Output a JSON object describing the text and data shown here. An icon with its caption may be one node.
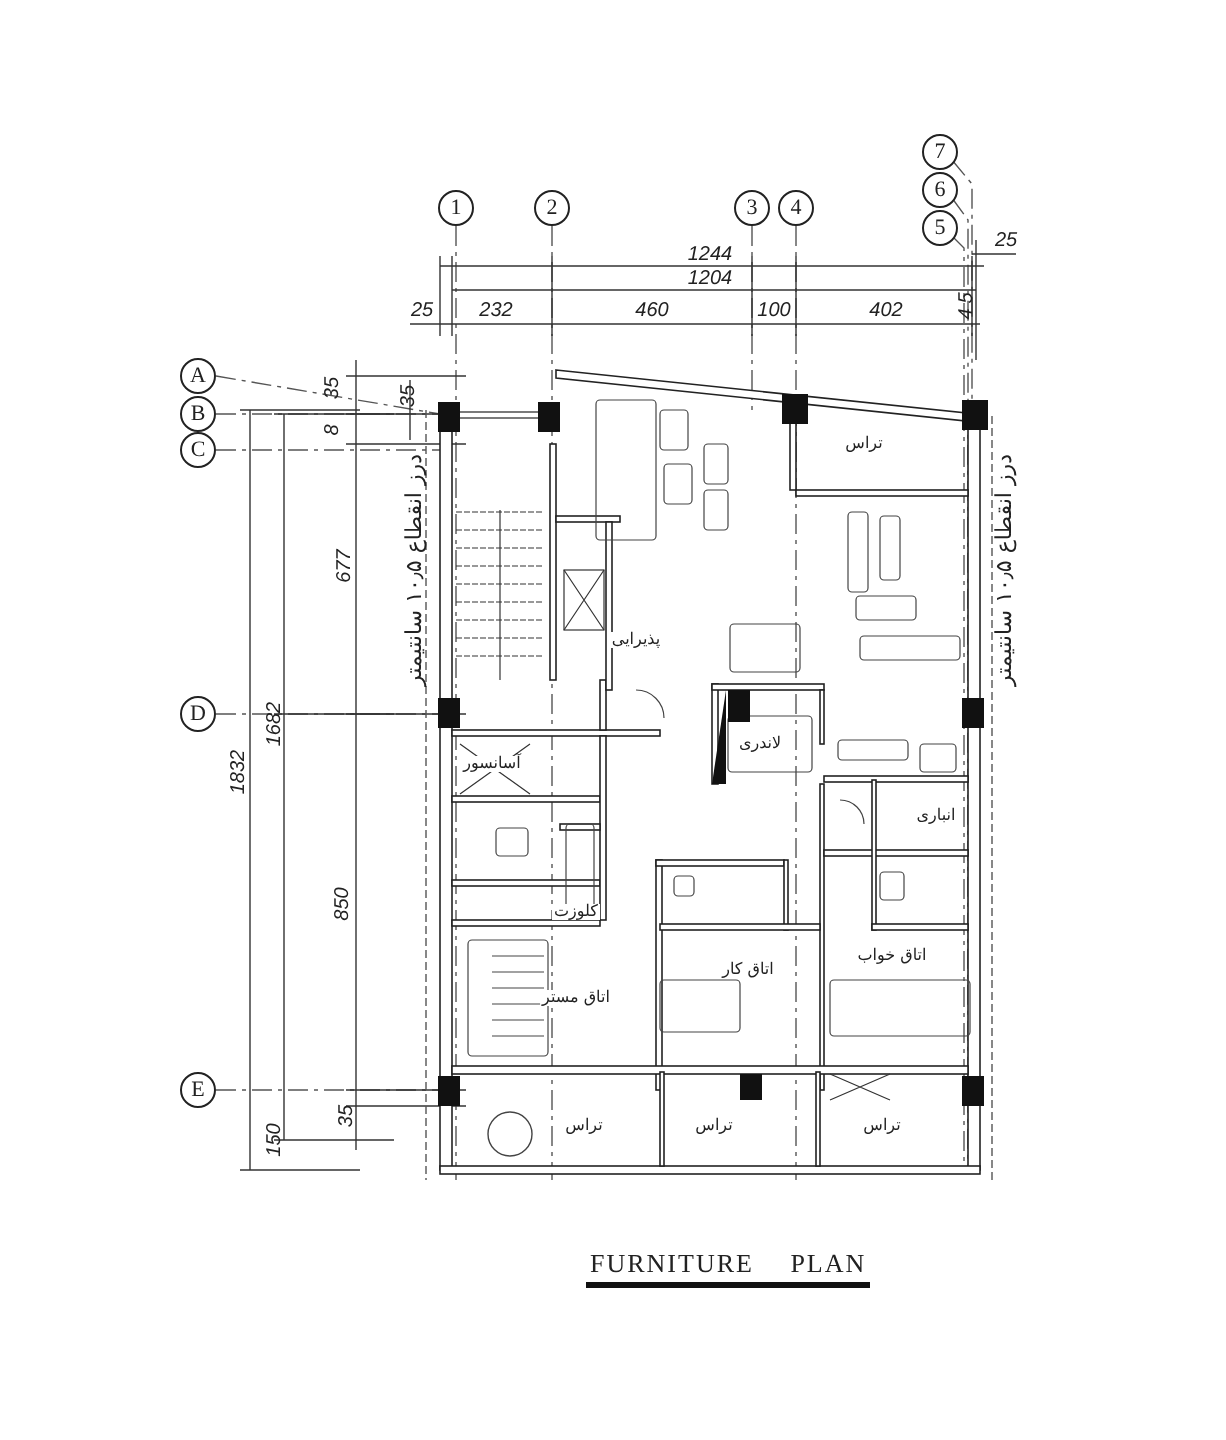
{
  "diagram": {
    "title": "FURNITURE PLAN",
    "nodes": [
      {
        "text": [
          "7"
        ]
      },
      {
        "text": [
          "6"
        ]
      },
      {
        "text": [
          "1"
        ]
      },
      {
        "text": [
          "2"
        ]
      },
      {
        "text": [
          "3"
        ]
      },
      {
        "text": [
          "4"
        ]
      },
      {
        "text": [
          "5"
        ]
      },
      {
        "text": [
          "A"
        ]
      },
      {
        "text": [
          "B"
        ]
      },
      {
        "text": [
          "C"
        ]
      },
      {
        "text": [
          "D"
        ]
      },
      {
        "text": [
          "E"
        ]
      }
    ],
    "labels": [
      "1244",
      "25",
      "1204",
      "5",
      "4",
      "25",
      "232",
      "460",
      "100",
      "402",
      "35",
      "35",
      "تراس",
      "8",
      "درز انقطاع ۱۰٫۵ سانتیمتر",
      "درز انقطاع ۱۰٫۵ سانتیمتر",
      "677",
      "پذیرایی",
      "1682",
      "1832",
      "لاندری",
      "آسانسور",
      "انباری",
      "850",
      "کلوزت",
      "اتاق خواب",
      "اتاق کار",
      "اتاق مستر",
      "35",
      "تراس",
      "تراس",
      "تراس",
      "150"
    ]
  }
}
